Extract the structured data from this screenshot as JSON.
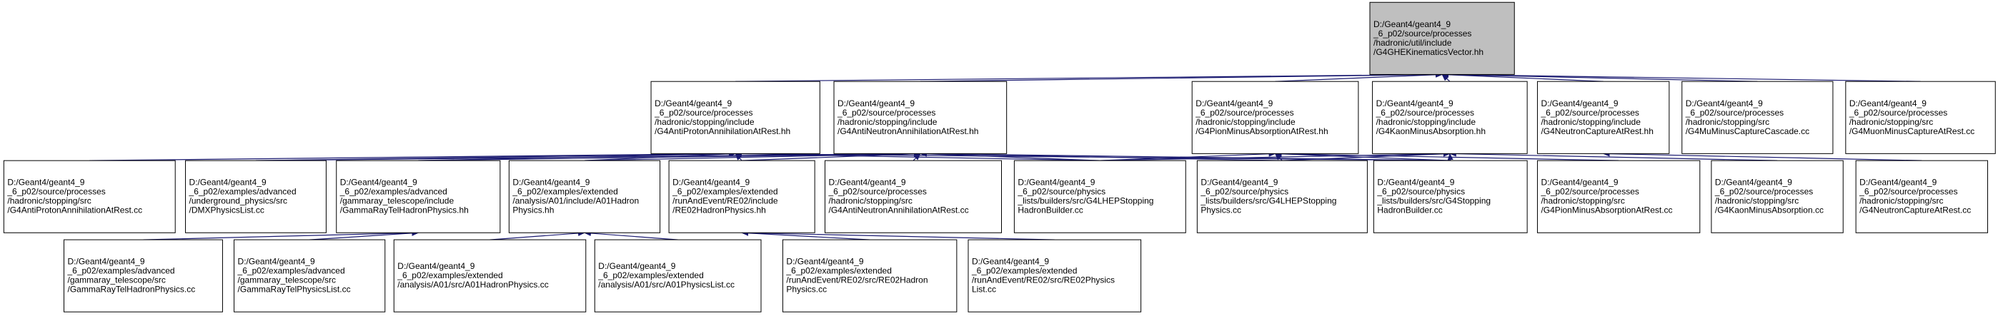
{
  "colors": {
    "edge": "#191970",
    "root_fill": "#bfbfbf",
    "node_fill": "#ffffff",
    "border": "#000000"
  },
  "nodes": [
    {
      "id": "root",
      "lines": [
        "D:/Geant4/geant4_9",
        "_6_p02/source/processes",
        "/hadronic/util/include",
        "/G4GHEKinematicsVector.hh"
      ],
      "root": true
    },
    {
      "id": "antiproton",
      "lines": [
        "D:/Geant4/geant4_9",
        "_6_p02/source/processes",
        "/hadronic/stopping/include",
        "/G4AntiProtonAnnihilationAtRest.hh"
      ]
    },
    {
      "id": "antineutron",
      "lines": [
        "D:/Geant4/geant4_9",
        "_6_p02/source/processes",
        "/hadronic/stopping/include",
        "/G4AntiNeutronAnnihilationAtRest.hh"
      ]
    },
    {
      "id": "pionminus",
      "lines": [
        "D:/Geant4/geant4_9",
        "_6_p02/source/processes",
        "/hadronic/stopping/include",
        "/G4PionMinusAbsorptionAtRest.hh"
      ]
    },
    {
      "id": "kaonminus",
      "lines": [
        "D:/Geant4/geant4_9",
        "_6_p02/source/processes",
        "/hadronic/stopping/include",
        "/G4KaonMinusAbsorption.hh"
      ]
    },
    {
      "id": "neutroncap",
      "lines": [
        "D:/Geant4/geant4_9",
        "_6_p02/source/processes",
        "/hadronic/stopping/include",
        "/G4NeutronCaptureAtRest.hh"
      ]
    },
    {
      "id": "mucascade",
      "lines": [
        "D:/Geant4/geant4_9",
        "_6_p02/source/processes",
        "/hadronic/stopping/src",
        "/G4MuMinusCaptureCascade.cc"
      ]
    },
    {
      "id": "mucapture",
      "lines": [
        "D:/Geant4/geant4_9",
        "_6_p02/source/processes",
        "/hadronic/stopping/src",
        "/G4MuonMinusCaptureAtRest.cc"
      ]
    },
    {
      "id": "antiproton_cc",
      "lines": [
        "D:/Geant4/geant4_9",
        "_6_p02/source/processes",
        "/hadronic/stopping/src",
        "/G4AntiProtonAnnihilationAtRest.cc"
      ]
    },
    {
      "id": "dmx",
      "lines": [
        "D:/Geant4/geant4_9",
        "_6_p02/examples/advanced",
        "/underground_physics/src",
        "/DMXPhysicsList.cc"
      ]
    },
    {
      "id": "gammaray_hh",
      "lines": [
        "D:/Geant4/geant4_9",
        "_6_p02/examples/advanced",
        "/gammaray_telescope/include",
        "/GammaRayTelHadronPhysics.hh"
      ]
    },
    {
      "id": "a01_hh",
      "lines": [
        "D:/Geant4/geant4_9",
        "_6_p02/examples/extended",
        "/analysis/A01/include/A01Hadron",
        "Physics.hh"
      ]
    },
    {
      "id": "re02_hh",
      "lines": [
        "D:/Geant4/geant4_9",
        "_6_p02/examples/extended",
        "/runAndEvent/RE02/include",
        "/RE02HadronPhysics.hh"
      ]
    },
    {
      "id": "antineutron_cc",
      "lines": [
        "D:/Geant4/geant4_9",
        "_6_p02/source/processes",
        "/hadronic/stopping/src",
        "/G4AntiNeutronAnnihilationAtRest.cc"
      ]
    },
    {
      "id": "lhepbuilder",
      "lines": [
        "D:/Geant4/geant4_9",
        "_6_p02/source/physics",
        "_lists/builders/src/G4LHEPStopping",
        "HadronBuilder.cc"
      ]
    },
    {
      "id": "lhepphysics",
      "lines": [
        "D:/Geant4/geant4_9",
        "_6_p02/source/physics",
        "_lists/builders/src/G4LHEPStopping",
        "Physics.cc"
      ]
    },
    {
      "id": "stopbuilder",
      "lines": [
        "D:/Geant4/geant4_9",
        "_6_p02/source/physics",
        "_lists/builders/src/G4Stopping",
        "HadronBuilder.cc"
      ]
    },
    {
      "id": "pionminus_cc",
      "lines": [
        "D:/Geant4/geant4_9",
        "_6_p02/source/processes",
        "/hadronic/stopping/src",
        "/G4PionMinusAbsorptionAtRest.cc"
      ]
    },
    {
      "id": "kaonminus_cc",
      "lines": [
        "D:/Geant4/geant4_9",
        "_6_p02/source/processes",
        "/hadronic/stopping/src",
        "/G4KaonMinusAbsorption.cc"
      ]
    },
    {
      "id": "neutroncap_cc",
      "lines": [
        "D:/Geant4/geant4_9",
        "_6_p02/source/processes",
        "/hadronic/stopping/src",
        "/G4NeutronCaptureAtRest.cc"
      ]
    },
    {
      "id": "gammaray_cc",
      "lines": [
        "D:/Geant4/geant4_9",
        "_6_p02/examples/advanced",
        "/gammaray_telescope/src",
        "/GammaRayTelHadronPhysics.cc"
      ]
    },
    {
      "id": "gammaray_list",
      "lines": [
        "D:/Geant4/geant4_9",
        "_6_p02/examples/advanced",
        "/gammaray_telescope/src",
        "/GammaRayTelPhysicsList.cc"
      ]
    },
    {
      "id": "a01_cc",
      "lines": [
        "D:/Geant4/geant4_9",
        "_6_p02/examples/extended",
        "/analysis/A01/src/A01HadronPhysics.cc"
      ]
    },
    {
      "id": "a01_list",
      "lines": [
        "D:/Geant4/geant4_9",
        "_6_p02/examples/extended",
        "/analysis/A01/src/A01PhysicsList.cc"
      ]
    },
    {
      "id": "re02_cc",
      "lines": [
        "D:/Geant4/geant4_9",
        "_6_p02/examples/extended",
        "/runAndEvent/RE02/src/RE02Hadron",
        "Physics.cc"
      ]
    },
    {
      "id": "re02_list",
      "lines": [
        "D:/Geant4/geant4_9",
        "_6_p02/examples/extended",
        "/runAndEvent/RE02/src/RE02Physics",
        "List.cc"
      ]
    }
  ],
  "edges": [
    [
      "antiproton",
      "root"
    ],
    [
      "antineutron",
      "root"
    ],
    [
      "pionminus",
      "root"
    ],
    [
      "kaonminus",
      "root"
    ],
    [
      "neutroncap",
      "root"
    ],
    [
      "mucascade",
      "root"
    ],
    [
      "mucapture",
      "root"
    ],
    [
      "antiproton_cc",
      "antiproton"
    ],
    [
      "dmx",
      "antiproton"
    ],
    [
      "gammaray_hh",
      "antiproton"
    ],
    [
      "a01_hh",
      "antiproton"
    ],
    [
      "re02_hh",
      "antiproton"
    ],
    [
      "lhepbuilder",
      "antiproton"
    ],
    [
      "stopbuilder",
      "antiproton"
    ],
    [
      "dmx",
      "antineutron"
    ],
    [
      "gammaray_hh",
      "antineutron"
    ],
    [
      "a01_hh",
      "antineutron"
    ],
    [
      "re02_hh",
      "antineutron"
    ],
    [
      "antineutron_cc",
      "antineutron"
    ],
    [
      "lhepbuilder",
      "antineutron"
    ],
    [
      "lhepphysics",
      "antineutron"
    ],
    [
      "stopbuilder",
      "antineutron"
    ],
    [
      "lhepbuilder",
      "pionminus"
    ],
    [
      "lhepphysics",
      "pionminus"
    ],
    [
      "stopbuilder",
      "pionminus"
    ],
    [
      "pionminus_cc",
      "pionminus"
    ],
    [
      "lhepbuilder",
      "kaonminus"
    ],
    [
      "lhepphysics",
      "kaonminus"
    ],
    [
      "stopbuilder",
      "kaonminus"
    ],
    [
      "kaonminus_cc",
      "kaonminus"
    ],
    [
      "neutroncap_cc",
      "neutroncap"
    ],
    [
      "gammaray_cc",
      "gammaray_hh"
    ],
    [
      "gammaray_list",
      "gammaray_hh"
    ],
    [
      "a01_cc",
      "a01_hh"
    ],
    [
      "a01_list",
      "a01_hh"
    ],
    [
      "re02_cc",
      "re02_hh"
    ],
    [
      "re02_list",
      "re02_hh"
    ]
  ]
}
